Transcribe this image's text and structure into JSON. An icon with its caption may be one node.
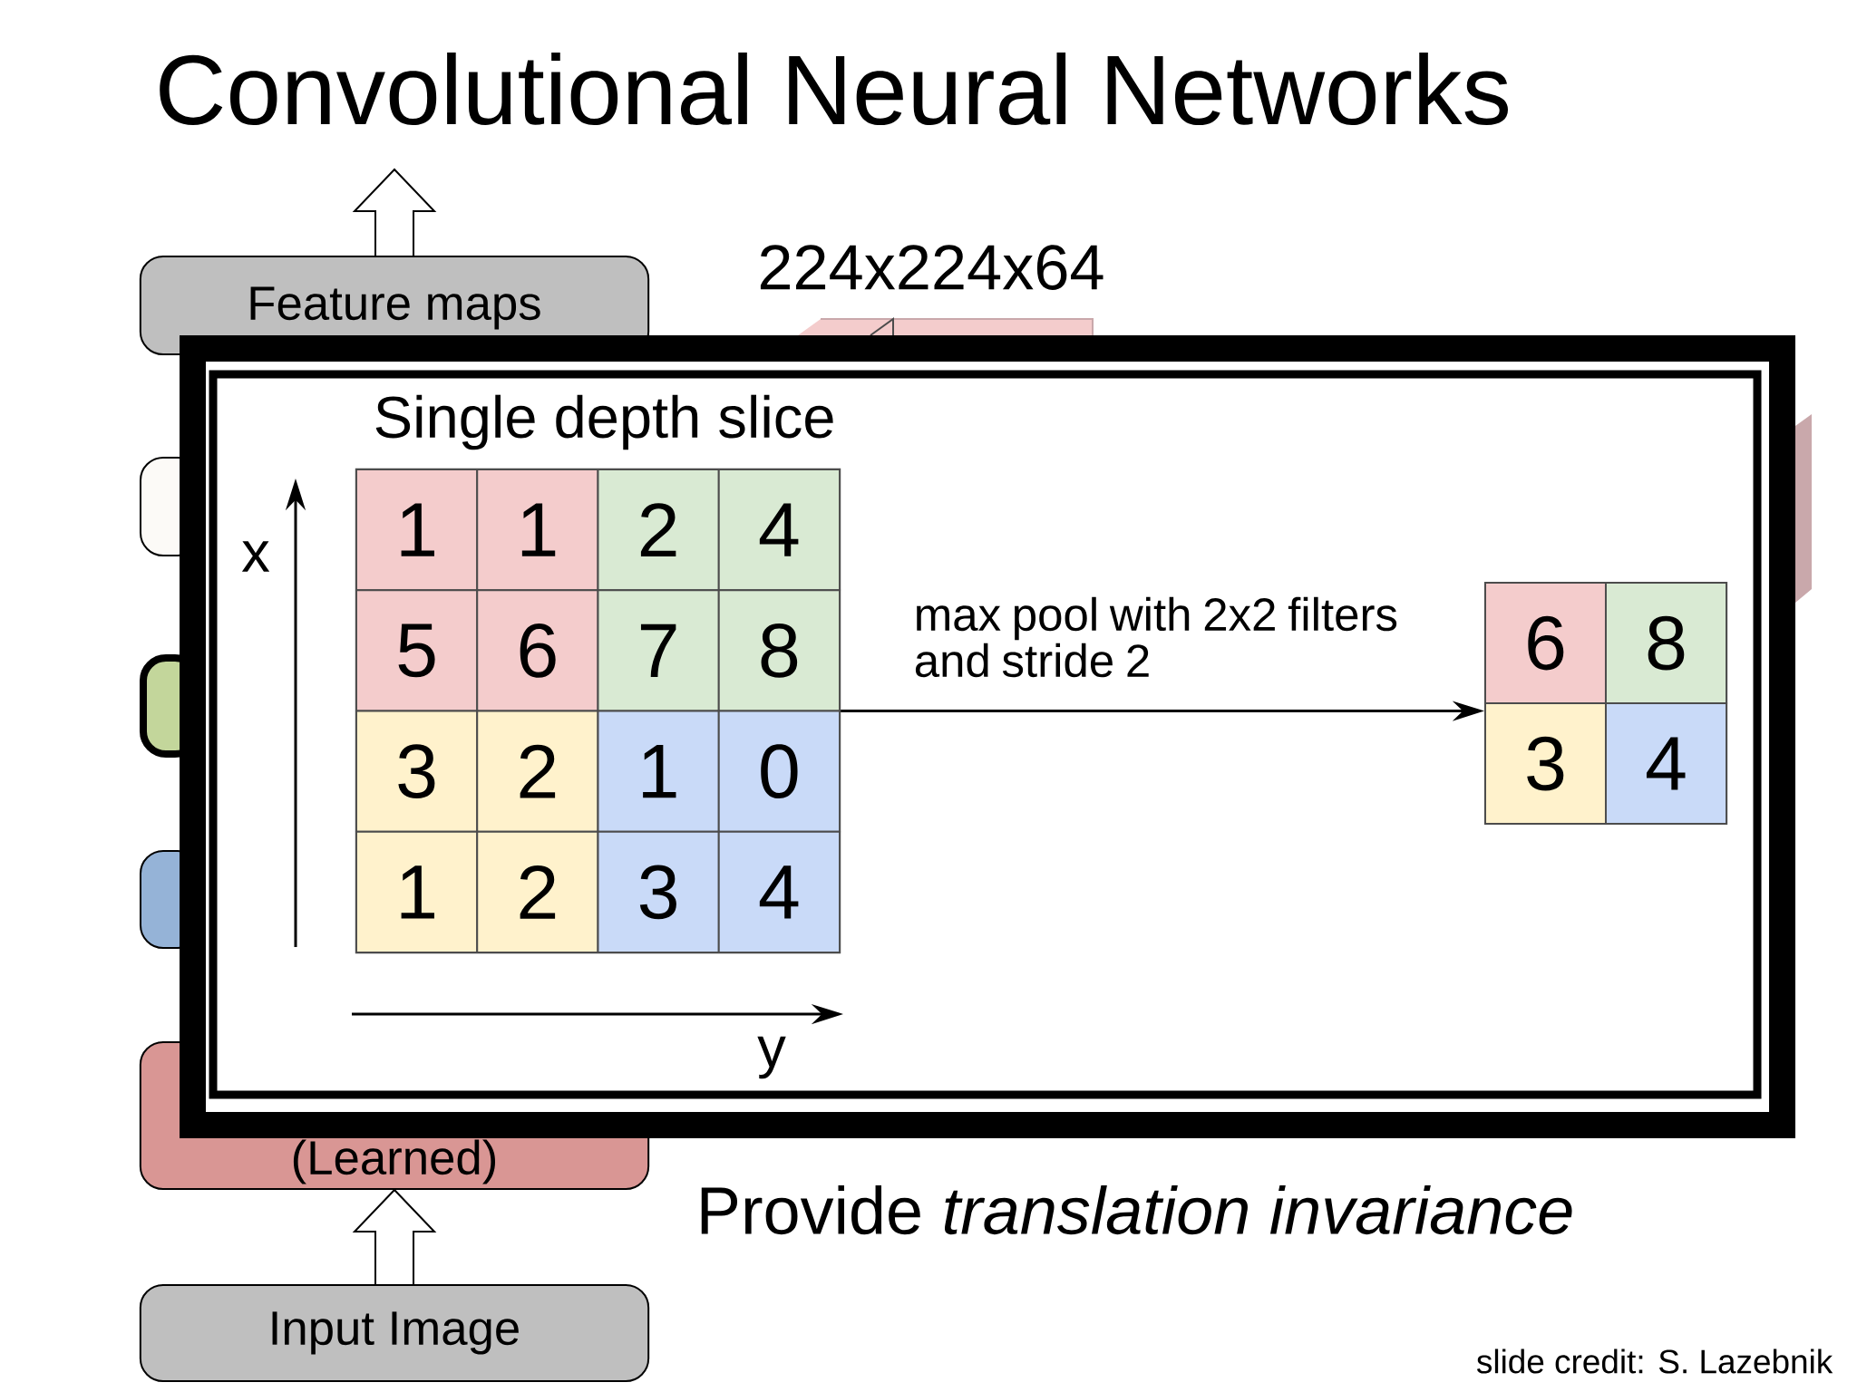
{
  "diagram": {
    "title": "Convolutional Neural Networks",
    "nodes": [
      {
        "text": [
          "Feature maps"
        ]
      },
      {
        "text": [],
        "shape": "box"
      },
      {
        "text": [],
        "shape": "box"
      },
      {
        "text": [],
        "shape": "box"
      },
      {
        "text": [
          "(Learned)"
        ]
      },
      {
        "text": [
          "Input Image"
        ]
      },
      {
        "text": [],
        "shape": "box"
      },
      {
        "text": [
          "1"
        ],
        "in": 6
      },
      {
        "text": [
          "1"
        ],
        "in": 6
      },
      {
        "text": [
          "2"
        ],
        "in": 6
      },
      {
        "text": [
          "4"
        ],
        "in": 6
      },
      {
        "text": [
          "5"
        ],
        "in": 6
      },
      {
        "text": [
          "6"
        ],
        "in": 6
      },
      {
        "text": [
          "7"
        ],
        "in": 6
      },
      {
        "text": [
          "8"
        ],
        "in": 6
      },
      {
        "text": [
          "3"
        ],
        "in": 6
      },
      {
        "text": [
          "2"
        ],
        "in": 6
      },
      {
        "text": [
          "1"
        ],
        "in": 6
      },
      {
        "text": [
          "0"
        ],
        "in": 6
      },
      {
        "text": [
          "1"
        ],
        "in": 6
      },
      {
        "text": [
          "2"
        ],
        "in": 6
      },
      {
        "text": [
          "3"
        ],
        "in": 6
      },
      {
        "text": [
          "4"
        ],
        "in": 6
      },
      {
        "text": [],
        "shape": "box"
      },
      {
        "text": [
          "6"
        ],
        "in": 23
      },
      {
        "text": [
          "8"
        ],
        "in": 23
      },
      {
        "text": [
          "3"
        ],
        "in": 23
      },
      {
        "text": [
          "4"
        ],
        "in": 23
      }
    ],
    "edges": [
      {
        "from": 0,
        "to": null,
        "arrow": "to",
        "style": "thick"
      },
      {
        "from": 5,
        "to": 4,
        "arrow": "to",
        "style": "thick"
      },
      {
        "from": 6,
        "to": 23,
        "arrow": "to",
        "label": "max pool with 2x2 filters and stride 2"
      }
    ],
    "labels": [
      "224x224x64",
      "Single depth slice",
      "x",
      "y",
      "Provide *translation invariance*",
      "slide credit: S. Lazebnik"
    ]
  }
}
